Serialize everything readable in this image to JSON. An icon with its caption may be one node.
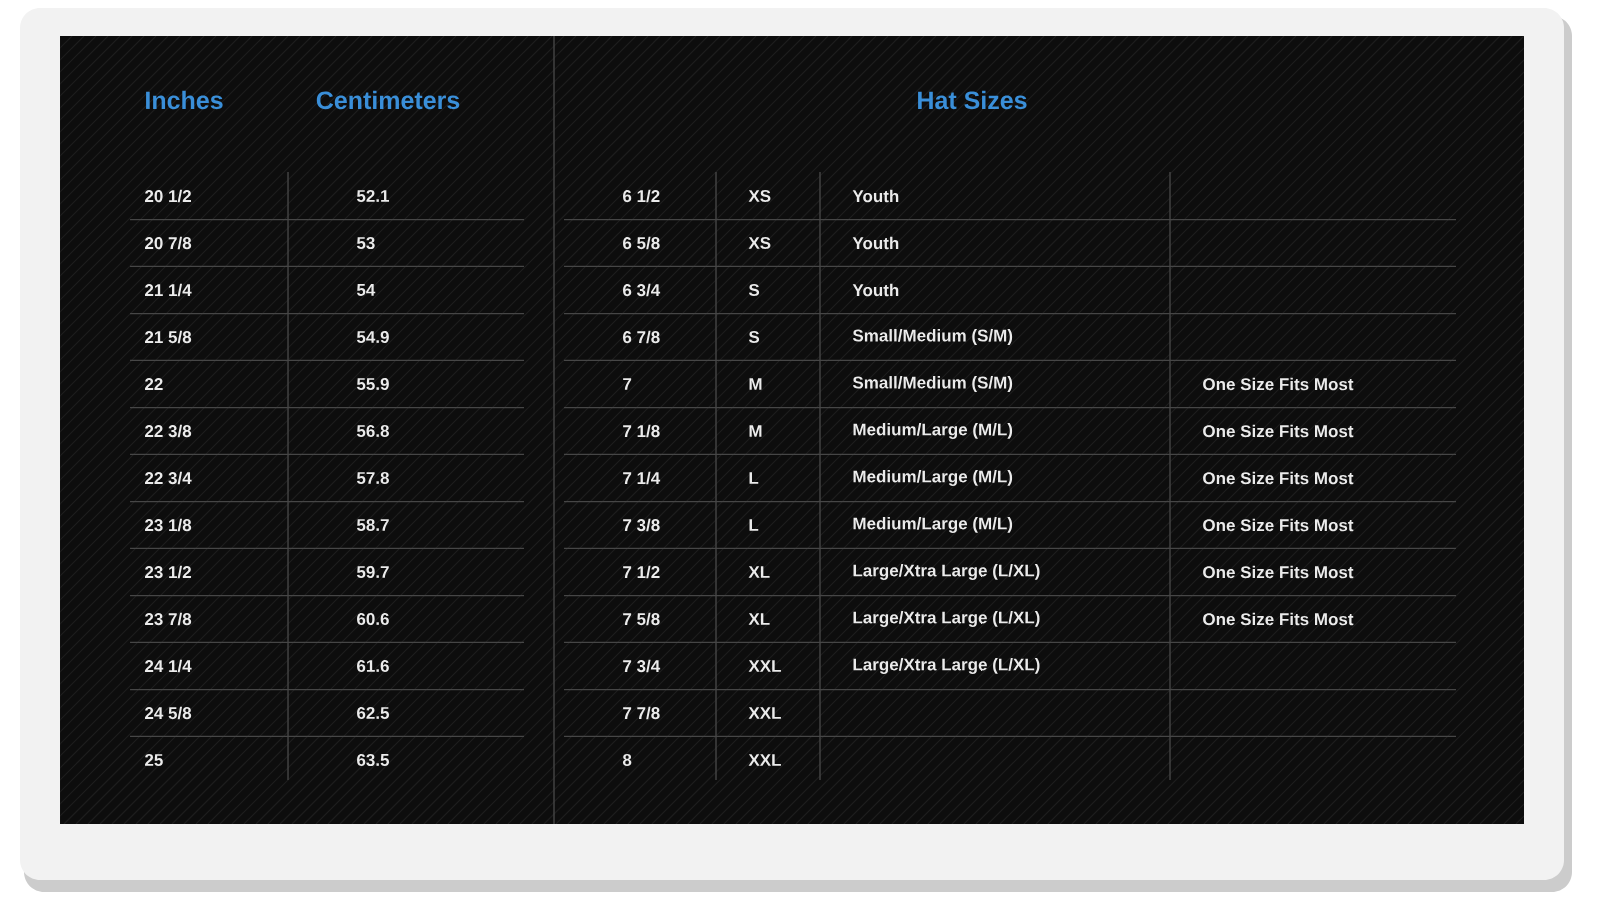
{
  "diagram": {
    "labels": [
      "Inches",
      "Centimeters",
      "Hat Sizes",
      "20 1/2",
      "52.1",
      "6 1/2",
      "XS",
      "Youth",
      "20 7/8",
      "53",
      "6 5/8",
      "XS",
      "Youth",
      "21 1/4",
      "54",
      "6 3/4",
      "S",
      "Youth",
      "21 5/8",
      "54.9",
      "6 7/8",
      "S",
      "Small/Medium (S/M)",
      "22",
      "55.9",
      "7",
      "M",
      "Small/Medium (S/M)",
      "One Size Fits Most",
      "22 3/8",
      "56.8",
      "7 1/8",
      "M",
      "Medium/Large (M/L)",
      "One Size Fits Most",
      "22 3/4",
      "57.8",
      "7 1/4",
      "L",
      "Medium/Large (M/L)",
      "One Size Fits Most",
      "23 1/8",
      "58.7",
      "7 3/8",
      "L",
      "Medium/Large (M/L)",
      "One Size Fits Most",
      "23 1/2",
      "59.7",
      "7 1/2",
      "XL",
      "Large/Xtra Large (L/XL)",
      "One Size Fits Most",
      "23 7/8",
      "60.6",
      "7 5/8",
      "XL",
      "Large/Xtra Large (L/XL)",
      "One Size Fits Most",
      "24 1/4",
      "61.6",
      "7 3/4",
      "XXL",
      "Large/Xtra Large (L/XL)",
      "24 5/8",
      "62.5",
      "7 7/8",
      "XXL",
      "25",
      "63.5",
      "8",
      "XXL"
    ]
  }
}
